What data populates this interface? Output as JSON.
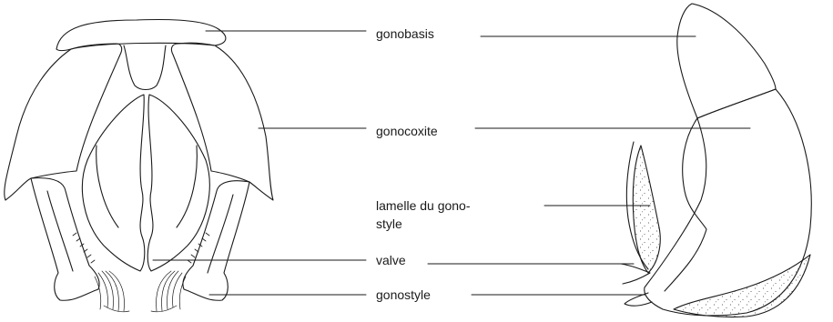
{
  "labels": {
    "gonobasis": "gonobasis",
    "gonocoxite": "gonocoxite",
    "lamelle_line1": "lamelle du gono-",
    "lamelle_line2": "style",
    "valve": "valve",
    "gonostyle": "gonostyle"
  },
  "colors": {
    "ink": "#1a1a1a",
    "background": "#ffffff"
  }
}
